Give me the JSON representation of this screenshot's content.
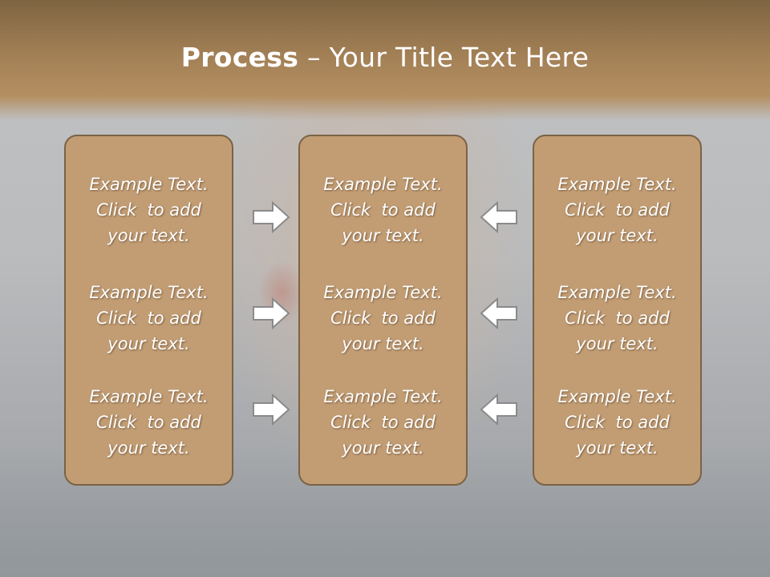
{
  "title": {
    "bold": "Process",
    "separator": " – ",
    "rest": "Your Title Text Here"
  },
  "columns": [
    {
      "blocks": [
        {
          "line1": "Example Text.",
          "line2": "Click  to add",
          "line3": "your text."
        },
        {
          "line1": "Example Text.",
          "line2": "Click  to add",
          "line3": "your text."
        },
        {
          "line1": "Example Text.",
          "line2": "Click  to add",
          "line3": "your text."
        }
      ]
    },
    {
      "blocks": [
        {
          "line1": "Example Text.",
          "line2": "Click  to add",
          "line3": "your text."
        },
        {
          "line1": "Example Text.",
          "line2": "Click  to add",
          "line3": "your text."
        },
        {
          "line1": "Example Text.",
          "line2": "Click  to add",
          "line3": "your text."
        }
      ]
    },
    {
      "blocks": [
        {
          "line1": "Example Text.",
          "line2": "Click  to add",
          "line3": "your text."
        },
        {
          "line1": "Example Text.",
          "line2": "Click  to add",
          "line3": "your text."
        },
        {
          "line1": "Example Text.",
          "line2": "Click  to add",
          "line3": "your text."
        }
      ]
    }
  ],
  "arrows": {
    "left_set": "right-arrow-icon",
    "right_set": "left-arrow-icon"
  },
  "colors": {
    "box_fill": "#c29d74",
    "box_border": "#7a6346",
    "header": "#a27f55",
    "arrow_fill": "#ffffff",
    "arrow_stroke": "#8a8a8a"
  }
}
